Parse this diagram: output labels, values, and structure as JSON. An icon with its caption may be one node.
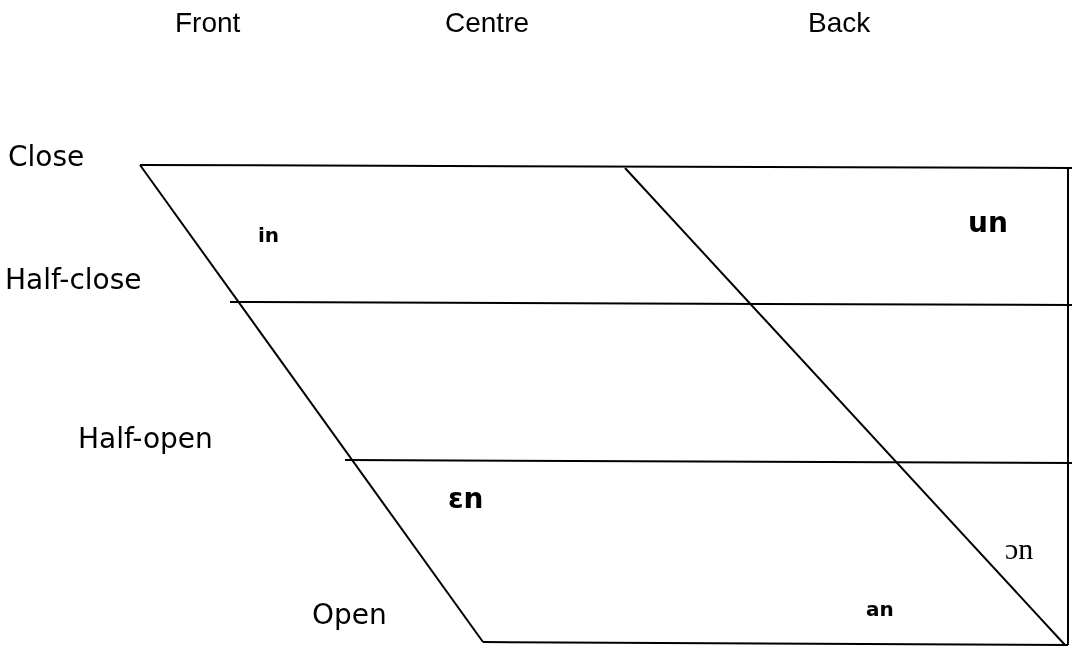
{
  "diagram": {
    "labels": [
      "Front",
      "Centre",
      "Back",
      "Close",
      "in",
      "un",
      "Half-close",
      "Half-open",
      "ɛn",
      "ɔn",
      "an",
      "Open"
    ]
  }
}
